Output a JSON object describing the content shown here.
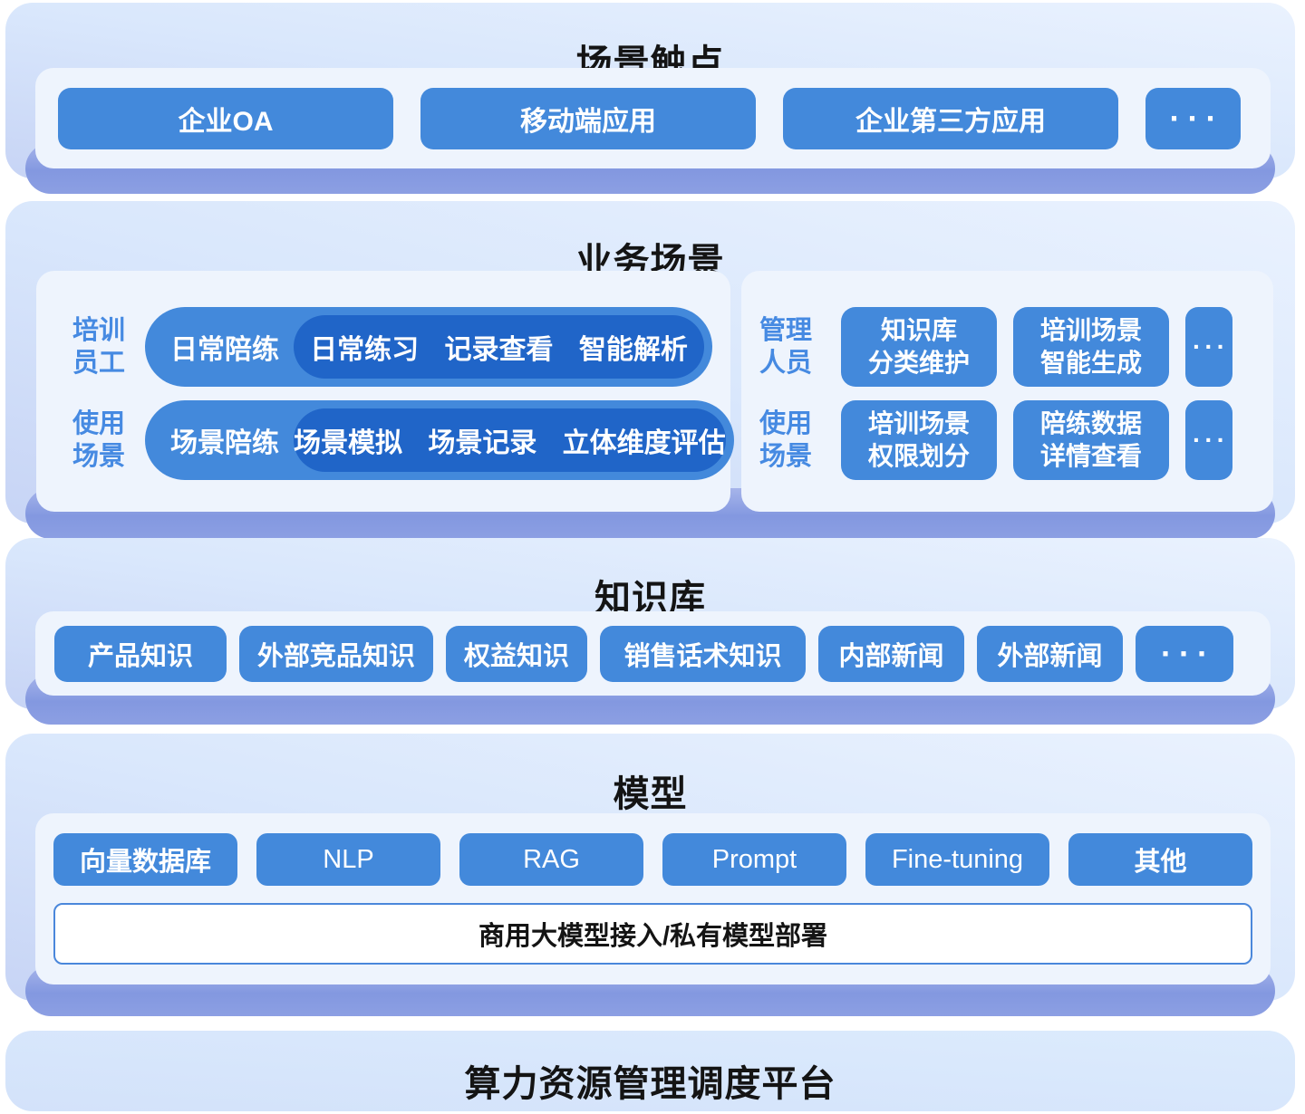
{
  "colors": {
    "accent_blue": "#4389db",
    "deep_blue": "#2065c8",
    "label_blue": "#468ae2",
    "shadow_periwinkle": "#8c9fe3",
    "panel_light_blue": "#d9e7fc",
    "tray_white": "#eef4fd",
    "title_dark": "#141414"
  },
  "sections": {
    "touchpoints": {
      "title": "场景触点",
      "buttons": [
        "企业OA",
        "移动端应用",
        "企业第三方应用",
        "···"
      ]
    },
    "business": {
      "title": "业务场景",
      "training": {
        "rows": [
          {
            "label": "培训\n员工",
            "pill": "日常陪练",
            "detail": "日常练习 记录查看 智能解析"
          },
          {
            "label": "使用\n场景",
            "pill": "场景陪练",
            "detail": "场景模拟 场景记录 立体维度评估"
          }
        ]
      },
      "admin": {
        "rows": [
          {
            "label": "管理\n人员",
            "buttons": [
              "知识库\n分类维护",
              "培训场景\n智能生成",
              "···"
            ]
          },
          {
            "label": "使用\n场景",
            "buttons": [
              "培训场景\n权限划分",
              "陪练数据\n详情查看",
              "···"
            ]
          }
        ]
      }
    },
    "knowledge": {
      "title": "知识库",
      "buttons": [
        "产品知识",
        "外部竞品知识",
        "权益知识",
        "销售话术知识",
        "内部新闻",
        "外部新闻",
        "···"
      ]
    },
    "model": {
      "title": "模型",
      "buttons": [
        "向量数据库",
        "NLP",
        "RAG",
        "Prompt",
        "Fine-tuning",
        "其他"
      ],
      "banner": "商用大模型接入/私有模型部署"
    },
    "platform": {
      "title": "算力资源管理调度平台"
    }
  }
}
